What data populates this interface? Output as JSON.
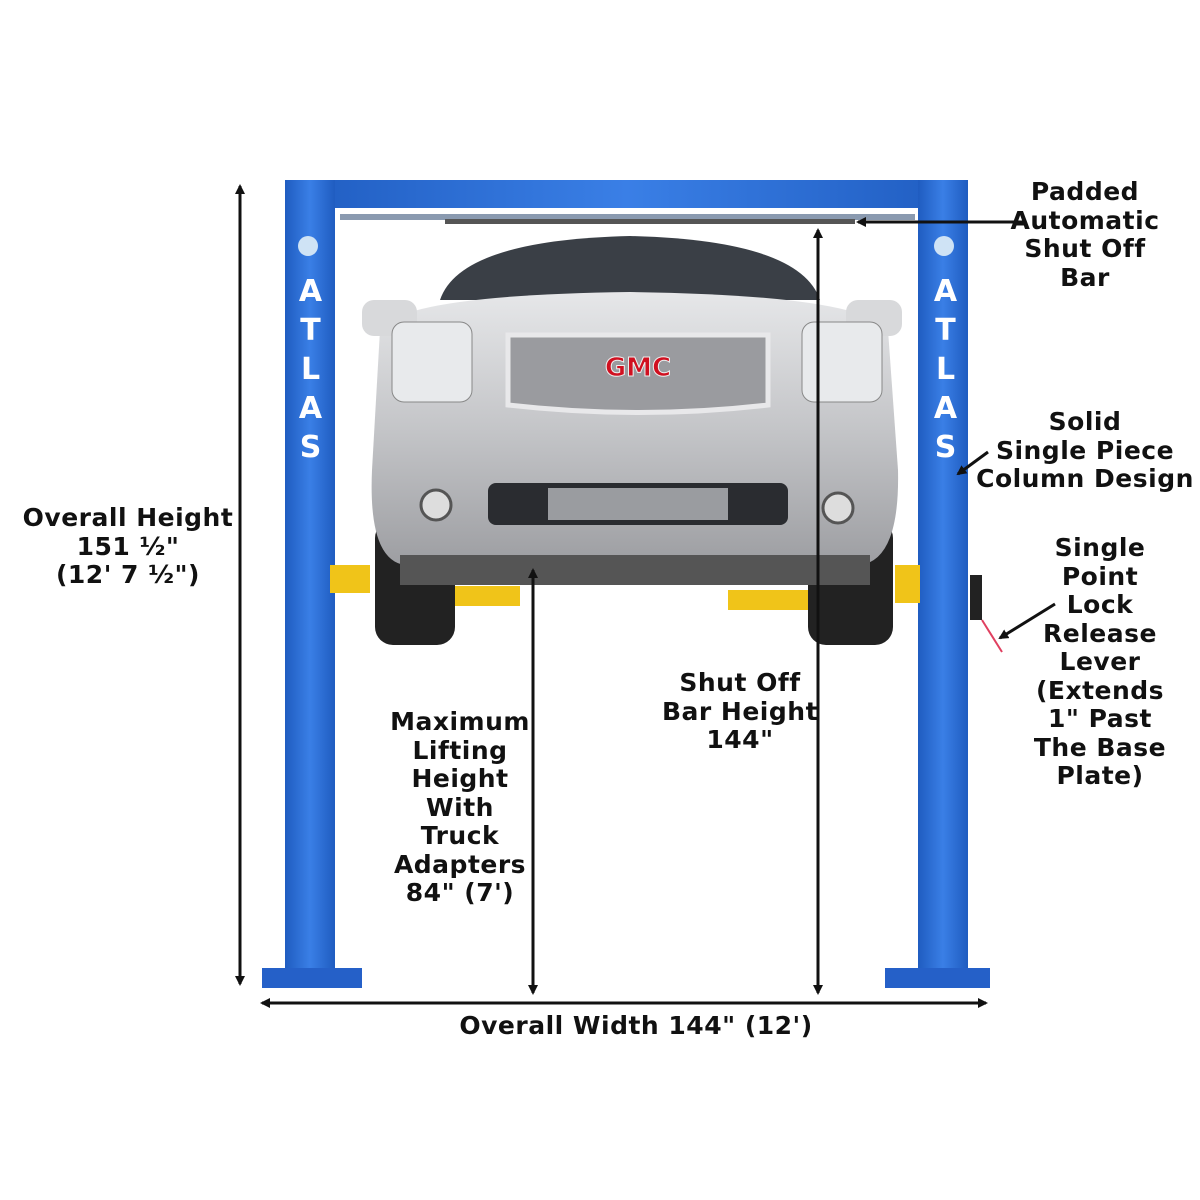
{
  "brand": "ATLAS",
  "vehicle_badge": "GMC",
  "colors": {
    "lift_blue": "#2b6fd8",
    "arm_yellow": "#f0c419",
    "car_silver": "#c9cacc",
    "arrow": "#111111"
  },
  "callouts": {
    "shutoff_bar": [
      "Padded",
      "Automatic",
      "Shut Off",
      "Bar"
    ],
    "column": [
      "Solid",
      "Single Piece",
      "Column Design"
    ],
    "lock_release": [
      "Single",
      "Point",
      "Lock",
      "Release",
      "Lever",
      "(Extends",
      "1\" Past",
      "The Base",
      "Plate)"
    ],
    "overall_height": [
      "Overall Height",
      "151 ½\"",
      "(12' 7 ½\")"
    ],
    "max_lifting_height": [
      "Maximum",
      "Lifting",
      "Height",
      "With",
      "Truck",
      "Adapters",
      "84\" (7')"
    ],
    "shutoff_bar_height": [
      "Shut Off",
      "Bar Height",
      "144\""
    ],
    "overall_width": "Overall Width 144\" (12')"
  }
}
